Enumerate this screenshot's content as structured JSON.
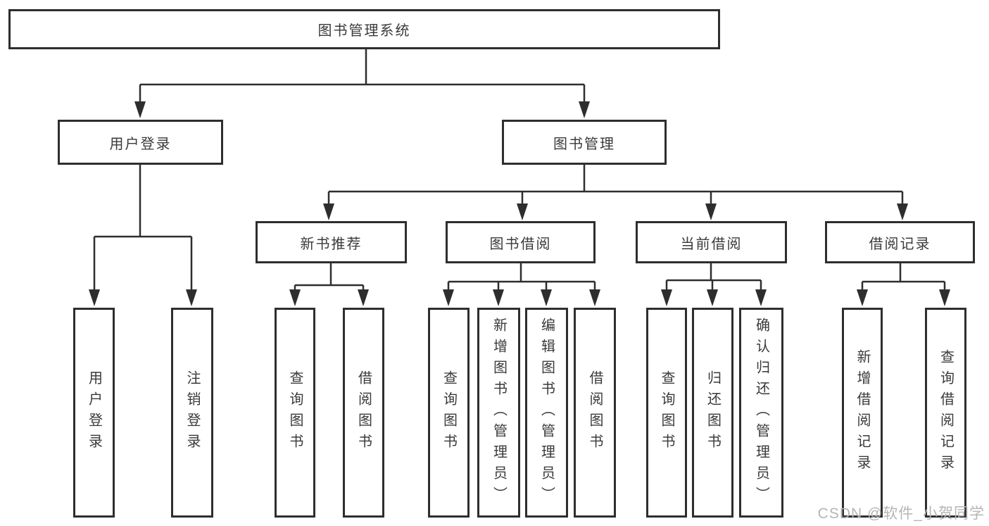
{
  "diagram_title": "图书管理系统",
  "tree": {
    "root": "图书管理系统",
    "branches": [
      {
        "label": "用户登录",
        "children": [
          "用户登录",
          "注销登录"
        ]
      },
      {
        "label": "图书管理",
        "children": [
          {
            "label": "新书推荐",
            "children": [
              "查询图书",
              "借阅图书"
            ]
          },
          {
            "label": "图书借阅",
            "children": [
              "查询图书",
              "新增图书（管理员）",
              "编辑图书（管理员）",
              "借阅图书"
            ]
          },
          {
            "label": "当前借阅",
            "children": [
              "查询图书",
              "归还图书",
              "确认归还（管理员）"
            ]
          },
          {
            "label": "借阅记录",
            "children": [
              "新增借阅记录",
              "查询借阅记录"
            ]
          }
        ]
      }
    ]
  },
  "watermark": "CSDN @软件_小贺同学",
  "colors": {
    "line": "#2e2e2e",
    "text": "#3a3a3a",
    "watermark": "#b5b5b5",
    "background": "#ffffff"
  }
}
